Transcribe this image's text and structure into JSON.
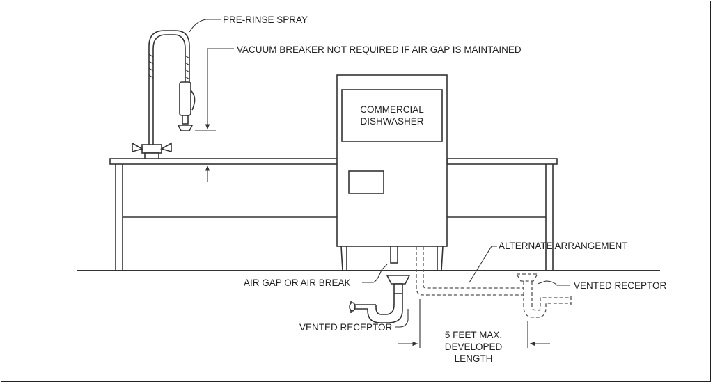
{
  "labels": {
    "pre_rinse": "PRE-RINSE SPRAY",
    "vacuum_breaker": "VACUUM BREAKER NOT REQUIRED IF AIR GAP IS MAINTAINED",
    "dishwasher_line1": "COMMERCIAL",
    "dishwasher_line2": "DISHWASHER",
    "alternate": "ALTERNATE ARRANGEMENT",
    "vented_receptor_right": "VENTED RECEPTOR",
    "air_gap": "AIR GAP OR AIR BREAK",
    "vented_receptor_left": "VENTED RECEPTOR",
    "length_line1": "5 FEET MAX.",
    "length_line2": "DEVELOPED",
    "length_line3": "LENGTH"
  },
  "colors": {
    "line": "#333333",
    "background": "#ffffff"
  }
}
